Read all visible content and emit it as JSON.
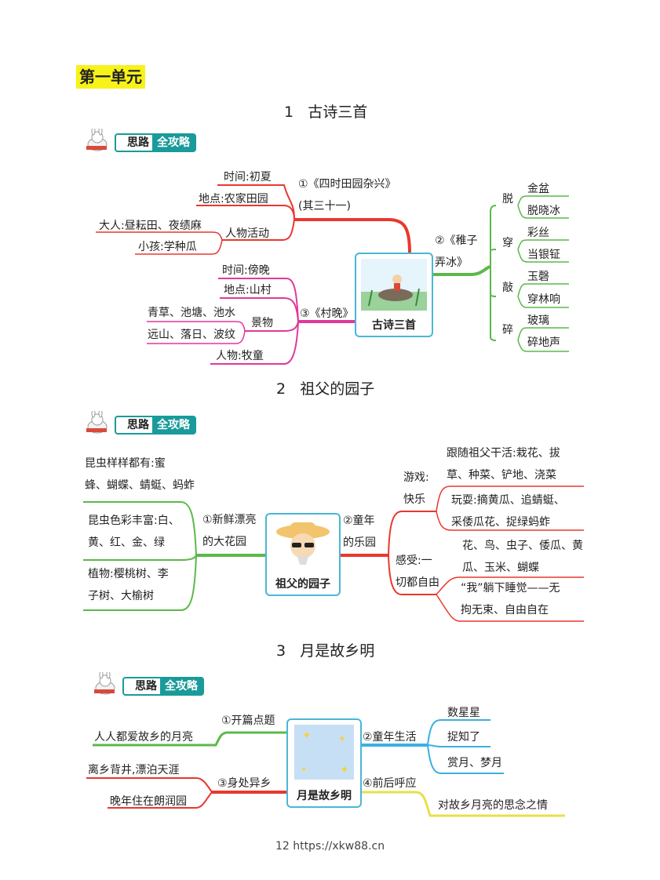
{
  "unit": "第一单元",
  "badge": {
    "part1": "思路",
    "part2": "全攻略"
  },
  "lesson1": {
    "title_num": "1",
    "title": "古诗三首",
    "center": "古诗三首",
    "b1": {
      "line1": "①《四时田园杂兴》",
      "line2": "(其三十一)"
    },
    "b1_items": [
      "时间:初夏",
      "地点:农家田园",
      "人物活动",
      "大人:昼耘田、夜绩麻",
      "小孩:学种瓜"
    ],
    "b2": {
      "line1": "②《稚子",
      "line2": "弄冰》"
    },
    "b2_groups": [
      {
        "verb": "脱",
        "items": [
          "金盆",
          "脱晓冰"
        ]
      },
      {
        "verb": "穿",
        "items": [
          "彩丝",
          "当银钲"
        ]
      },
      {
        "verb": "敲",
        "items": [
          "玉磬",
          "穿林响"
        ]
      },
      {
        "verb": "碎",
        "items": [
          "玻璃",
          "碎地声"
        ]
      }
    ],
    "b3": "③《村晚》",
    "b3_items": [
      "时间:傍晚",
      "地点:山村",
      "景物",
      "青草、池塘、池水",
      "远山、落日、波纹",
      "人物:牧童"
    ]
  },
  "lesson2": {
    "title_num": "2",
    "title": "祖父的园子",
    "center": "祖父的园子",
    "b1": {
      "line1": "①新鲜漂亮",
      "line2": "的大花园"
    },
    "b1_items": [
      {
        "line1": "昆虫样样都有:蜜",
        "line2": "蜂、蝴蝶、蜻蜓、蚂蚱"
      },
      {
        "line1": "昆虫色彩丰富:白、",
        "line2": "黄、红、金、绿"
      },
      {
        "line1": "植物:樱桃树、李",
        "line2": "子树、大榆树"
      }
    ],
    "b2": {
      "line1": "②童年",
      "line2": "的乐园"
    },
    "b2_sub1": {
      "line1": "游戏:",
      "line2": "快乐"
    },
    "b2_sub1_items": [
      {
        "line1": "跟随祖父干活:栽花、拔",
        "line2": "草、种菜、铲地、浇菜"
      },
      {
        "line1": "玩耍:摘黄瓜、追蜻蜓、",
        "line2": "采倭瓜花、捉绿蚂蚱"
      }
    ],
    "b2_sub2": {
      "line1": "感受:一",
      "line2": "切都自由"
    },
    "b2_sub2_items": [
      {
        "line1": "花、鸟、虫子、倭瓜、黄",
        "line2": "瓜、玉米、蝴蝶"
      },
      {
        "line1": "“我”躺下睡觉——无",
        "line2": "拘无束、自由自在"
      }
    ]
  },
  "lesson3": {
    "title_num": "3",
    "title": "月是故乡明",
    "center": "月是故乡明",
    "b1": "①开篇点题",
    "b1_items": [
      "人人都爱故乡的月亮"
    ],
    "b2": "②童年生活",
    "b2_items": [
      "数星星",
      "捉知了",
      "赏月、梦月"
    ],
    "b3": "③身处异乡",
    "b3_items": [
      "离乡背井,漂泊天涯",
      "晚年住在朗润园"
    ],
    "b4": "④前后呼应",
    "b4_items": [
      "对故乡月亮的思念之情"
    ]
  },
  "footer": "12 https://xkw88.cn",
  "colors": {
    "red": "#e8382e",
    "green": "#5cb84a",
    "pink": "#e0399a",
    "blue": "#3ab0e2",
    "yellow": "#e8e04a",
    "teal": "#1a9a9a",
    "unit_bg": "#f7f21a"
  }
}
